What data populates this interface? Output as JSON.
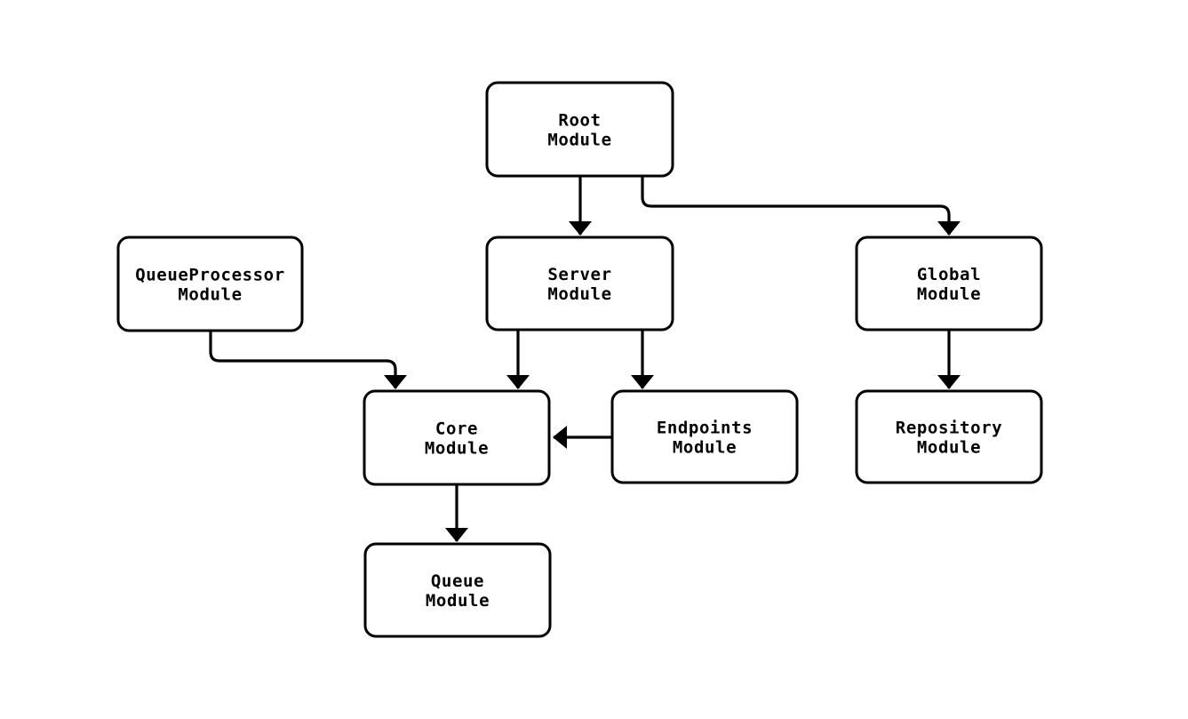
{
  "diagram": {
    "type": "module-dependency-graph",
    "background_color": "#ffffff",
    "node_fill_color": "#ffffff",
    "stroke_color": "#000000",
    "text_color": "#000000",
    "nodes": [
      {
        "id": "root",
        "label": "Root Module",
        "label_lines": [
          "Root",
          "Module"
        ]
      },
      {
        "id": "queueprocessor",
        "label": "QueueProcessor Module",
        "label_lines": [
          "QueueProcessor",
          "Module"
        ]
      },
      {
        "id": "server",
        "label": "Server Module",
        "label_lines": [
          "Server",
          "Module"
        ]
      },
      {
        "id": "global",
        "label": "Global Module",
        "label_lines": [
          "Global",
          "Module"
        ]
      },
      {
        "id": "core",
        "label": "Core Module",
        "label_lines": [
          "Core",
          "Module"
        ]
      },
      {
        "id": "endpoints",
        "label": "Endpoints Module",
        "label_lines": [
          "Endpoints",
          "Module"
        ]
      },
      {
        "id": "repository",
        "label": "Repository Module",
        "label_lines": [
          "Repository",
          "Module"
        ]
      },
      {
        "id": "queue",
        "label": "Queue Module",
        "label_lines": [
          "Queue",
          "Module"
        ]
      }
    ],
    "edges": [
      {
        "from": "root",
        "to": "server"
      },
      {
        "from": "root",
        "to": "global"
      },
      {
        "from": "queueprocessor",
        "to": "core"
      },
      {
        "from": "server",
        "to": "core"
      },
      {
        "from": "server",
        "to": "endpoints"
      },
      {
        "from": "endpoints",
        "to": "core"
      },
      {
        "from": "global",
        "to": "repository"
      },
      {
        "from": "core",
        "to": "queue"
      }
    ]
  }
}
